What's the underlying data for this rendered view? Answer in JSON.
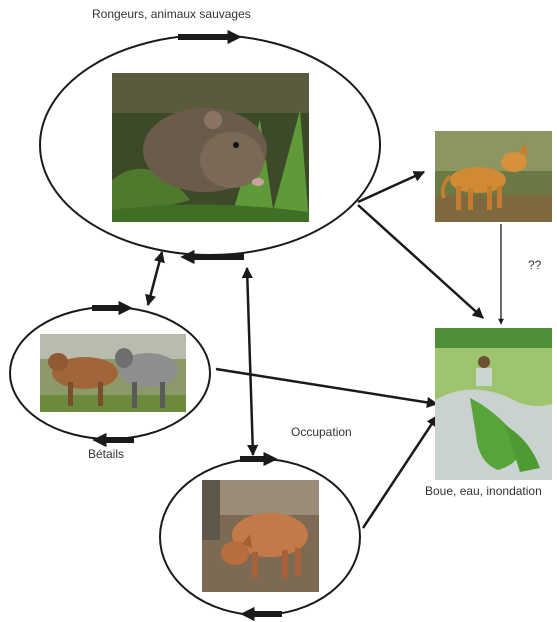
{
  "labels": {
    "rodents": "Rongeurs, animaux sauvages",
    "cattle": "Bétails",
    "occupation": "Occupation",
    "unknown": "??",
    "environment": "Boue, eau, inondation"
  },
  "photos": {
    "rat": "rat-photo",
    "dog": "dog-photo",
    "cattle": "cattle-photo",
    "pig": "pig-photo",
    "rice_field": "rice-field-photo"
  },
  "colors": {
    "ink": "#1a1a1a",
    "text": "#333333"
  }
}
